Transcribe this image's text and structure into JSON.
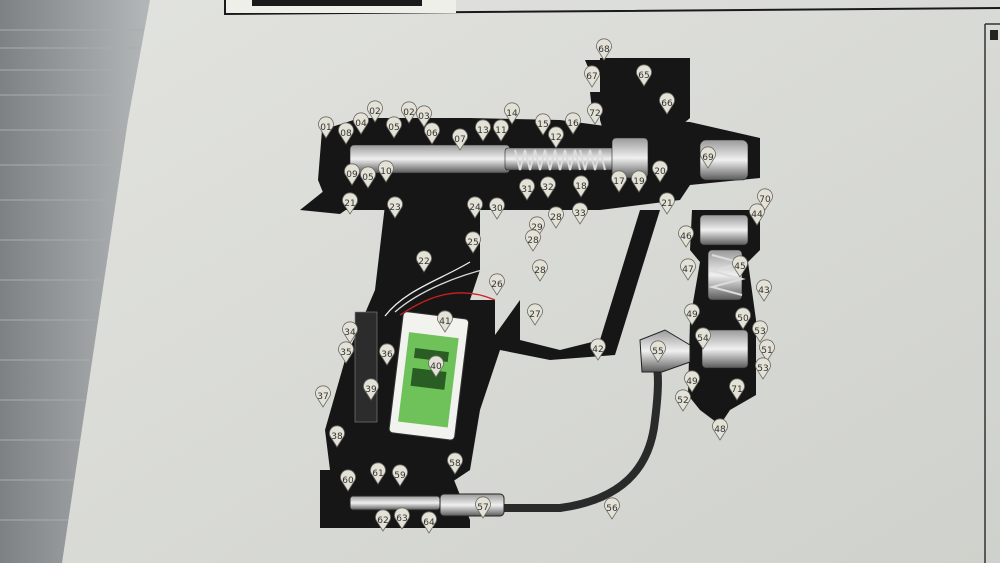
{
  "colors": {
    "paper": "#d6d8d3",
    "gun_body": "#161616",
    "callout_fill": "#e4e2d6",
    "callout_stroke": "#6a6a66",
    "battery_green": "#6fc25a",
    "hose": "#2a2a2a",
    "wire_red": "#d02020"
  },
  "icons": [
    "callout-pin-icon"
  ],
  "callouts": [
    "68",
    "67",
    "65",
    "66",
    "72",
    "01",
    "08",
    "04",
    "02",
    "05",
    "02",
    "03",
    "06",
    "07",
    "13",
    "11",
    "14",
    "15",
    "12",
    "16",
    "69",
    "09",
    "05",
    "10",
    "18",
    "17",
    "19",
    "20",
    "21",
    "23",
    "24",
    "30",
    "31",
    "32",
    "28",
    "33",
    "21",
    "70",
    "44",
    "29",
    "25",
    "28",
    "22",
    "26",
    "28",
    "27",
    "46",
    "45",
    "47",
    "43",
    "49",
    "50",
    "53",
    "51",
    "34",
    "41",
    "55",
    "54",
    "35",
    "36",
    "40",
    "42",
    "53",
    "49",
    "71",
    "52",
    "39",
    "37",
    "38",
    "48",
    "58",
    "60",
    "61",
    "59",
    "62",
    "63",
    "64",
    "57",
    "56"
  ]
}
